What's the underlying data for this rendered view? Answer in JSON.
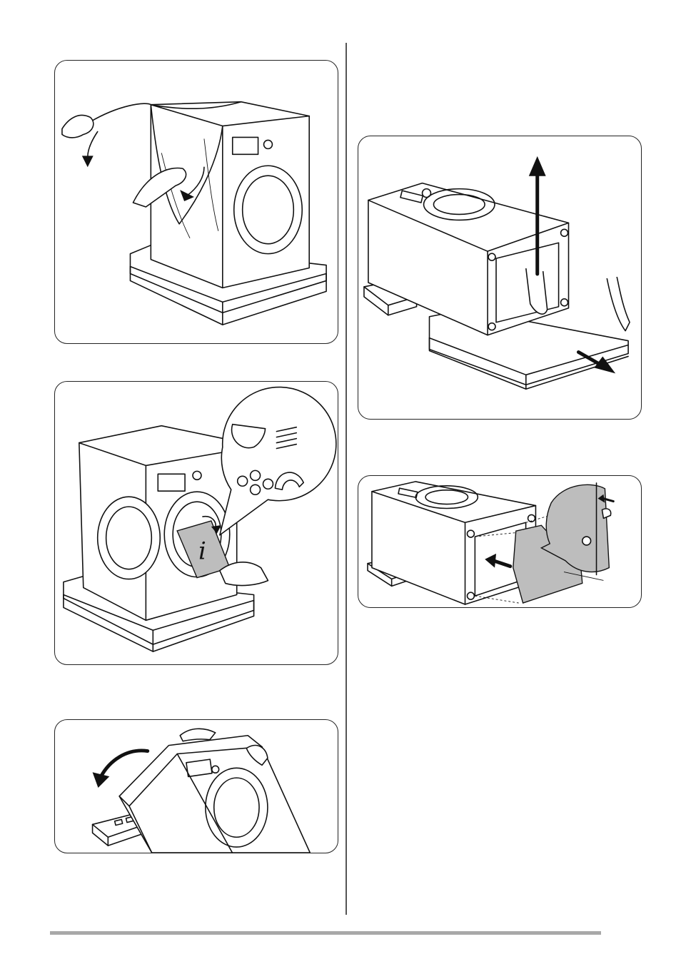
{
  "figures": [
    {
      "id": "remove-cover",
      "icon": "washing-machine-cover-removal-illustration"
    },
    {
      "id": "remove-bag",
      "icon": "washing-machine-info-bag-illustration"
    },
    {
      "id": "tilt-machine",
      "icon": "washing-machine-tilt-illustration"
    },
    {
      "id": "lift-base",
      "icon": "washing-machine-lift-from-base-illustration"
    },
    {
      "id": "fit-panel",
      "icon": "washing-machine-rear-panel-illustration"
    }
  ],
  "info_sheet_glyph": "i"
}
